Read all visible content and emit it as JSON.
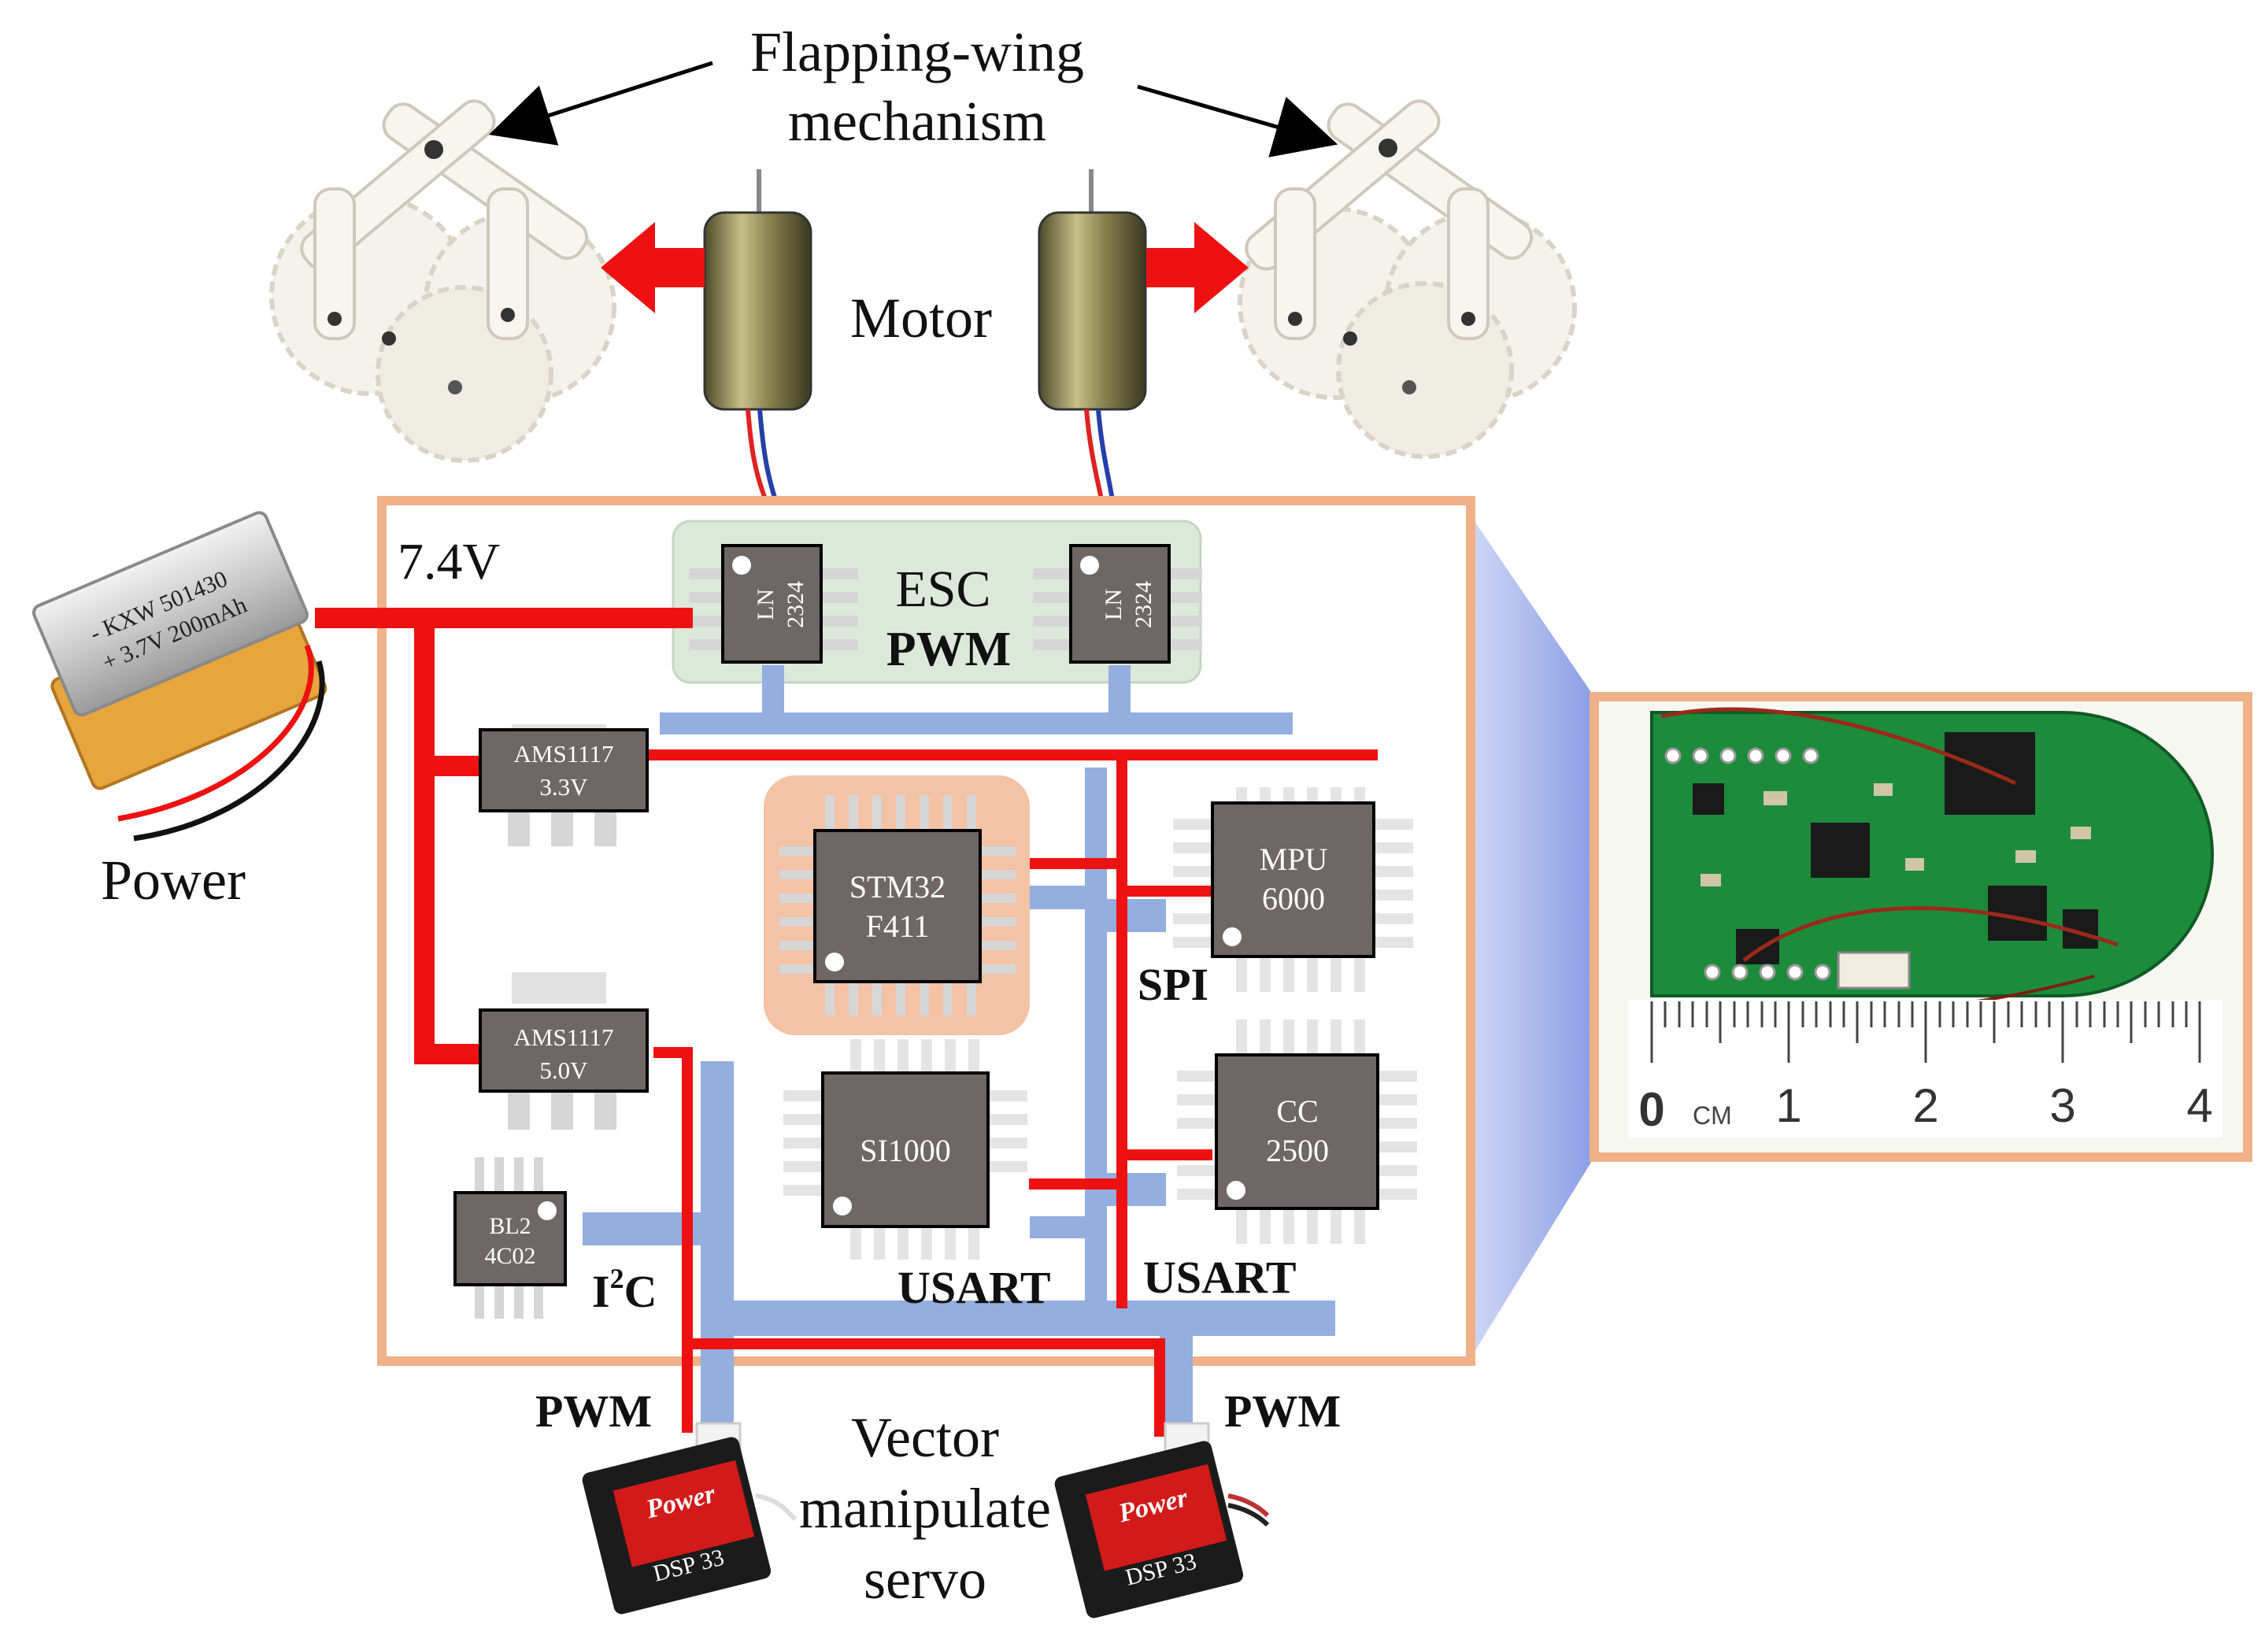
{
  "labels": {
    "flapping_line1": "Flapping-wing",
    "flapping_line2": "mechanism",
    "motor": "Motor",
    "power": "Power",
    "voltage": "7.4V",
    "esc": "ESC",
    "esc_pwm": "PWM",
    "spi": "SPI",
    "i2c_main": "I",
    "i2c_sup": "2",
    "i2c_end": "C",
    "usart_left": "USART",
    "usart_right": "USART",
    "pwm_left": "PWM",
    "pwm_right": "PWM",
    "servo_line1": "Vector",
    "servo_line2": "manipulate",
    "servo_line3": "servo"
  },
  "chips": {
    "ln_a": "LN",
    "ln_b": "2324",
    "ams33_a": "AMS1117",
    "ams33_b": "3.3V",
    "ams50_a": "AMS1117",
    "ams50_b": "5.0V",
    "stm_a": "STM32",
    "stm_b": "F411",
    "mpu_a": "MPU",
    "mpu_b": "6000",
    "si": "SI1000",
    "cc_a": "CC",
    "cc_b": "2500",
    "bl_a": "BL2",
    "bl_b": "4C02"
  },
  "battery": {
    "text_a": "- KXW 501430",
    "text_b": "+ 3.7V 200mAh"
  },
  "servo": {
    "brand": "Power",
    "model": "DSP 33"
  },
  "ruler": {
    "unit": "CM",
    "ticks": [
      "0",
      "1",
      "2",
      "3",
      "4"
    ]
  },
  "colors": {
    "power_line": "#ee1111",
    "bus_line": "#93aedf",
    "board_border": "#f0b088",
    "chip_fill": "#6e6765",
    "esc_fill": "#dce9da",
    "stm_highlight": "#f4c2a4",
    "pcb_green": "#1d8b3c"
  }
}
